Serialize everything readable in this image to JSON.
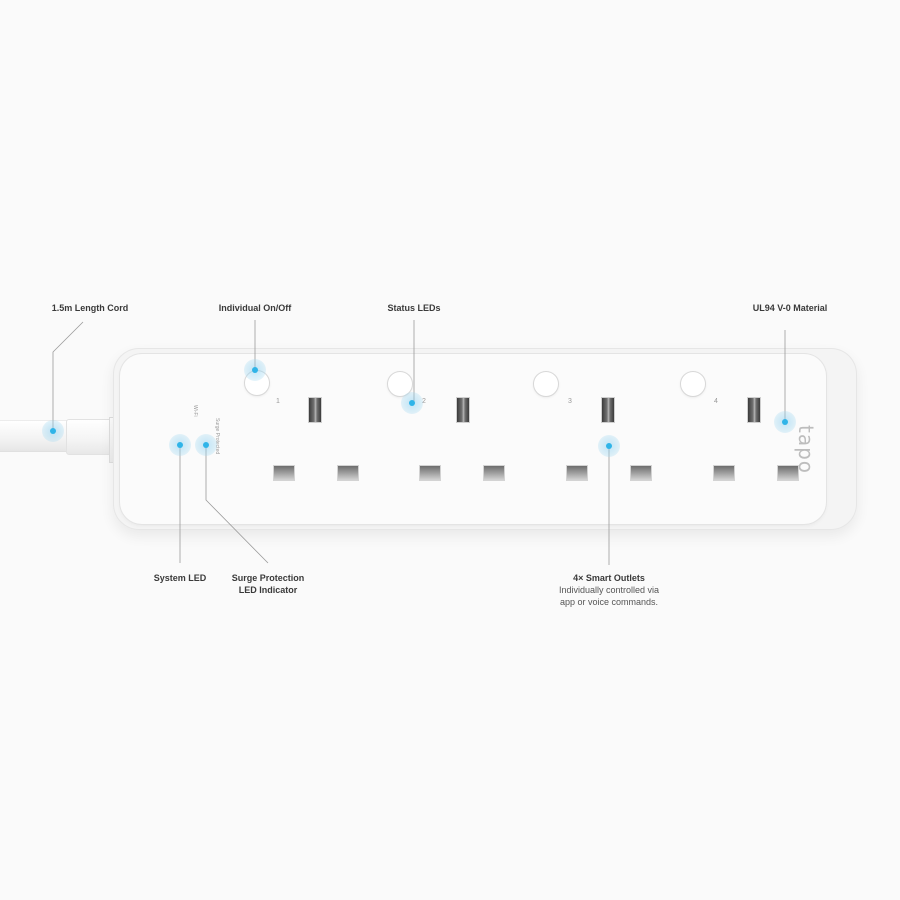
{
  "product": {
    "brand": "tapo",
    "indicator_labels": {
      "wifi": "Wi-Fi",
      "surge": "Surge Protected"
    },
    "outlet_numbers": [
      "1",
      "2",
      "3",
      "4"
    ]
  },
  "callouts": {
    "cord": {
      "title": "1.5m Length Cord"
    },
    "onoff": {
      "title": "Individual On/Off"
    },
    "status_leds": {
      "title": "Status LEDs"
    },
    "material": {
      "title": "UL94 V-0 Material"
    },
    "system_led": {
      "title": "System LED"
    },
    "surge_led": {
      "title": "Surge Protection",
      "title2": "LED Indicator"
    },
    "outlets": {
      "title": "4× Smart Outlets",
      "line1": "Individually controlled via",
      "line2": "app or voice commands."
    }
  },
  "colors": {
    "background": "#fafafa",
    "accent_dot": "#2fb4e8",
    "leader_line": "#9a9a9a"
  }
}
